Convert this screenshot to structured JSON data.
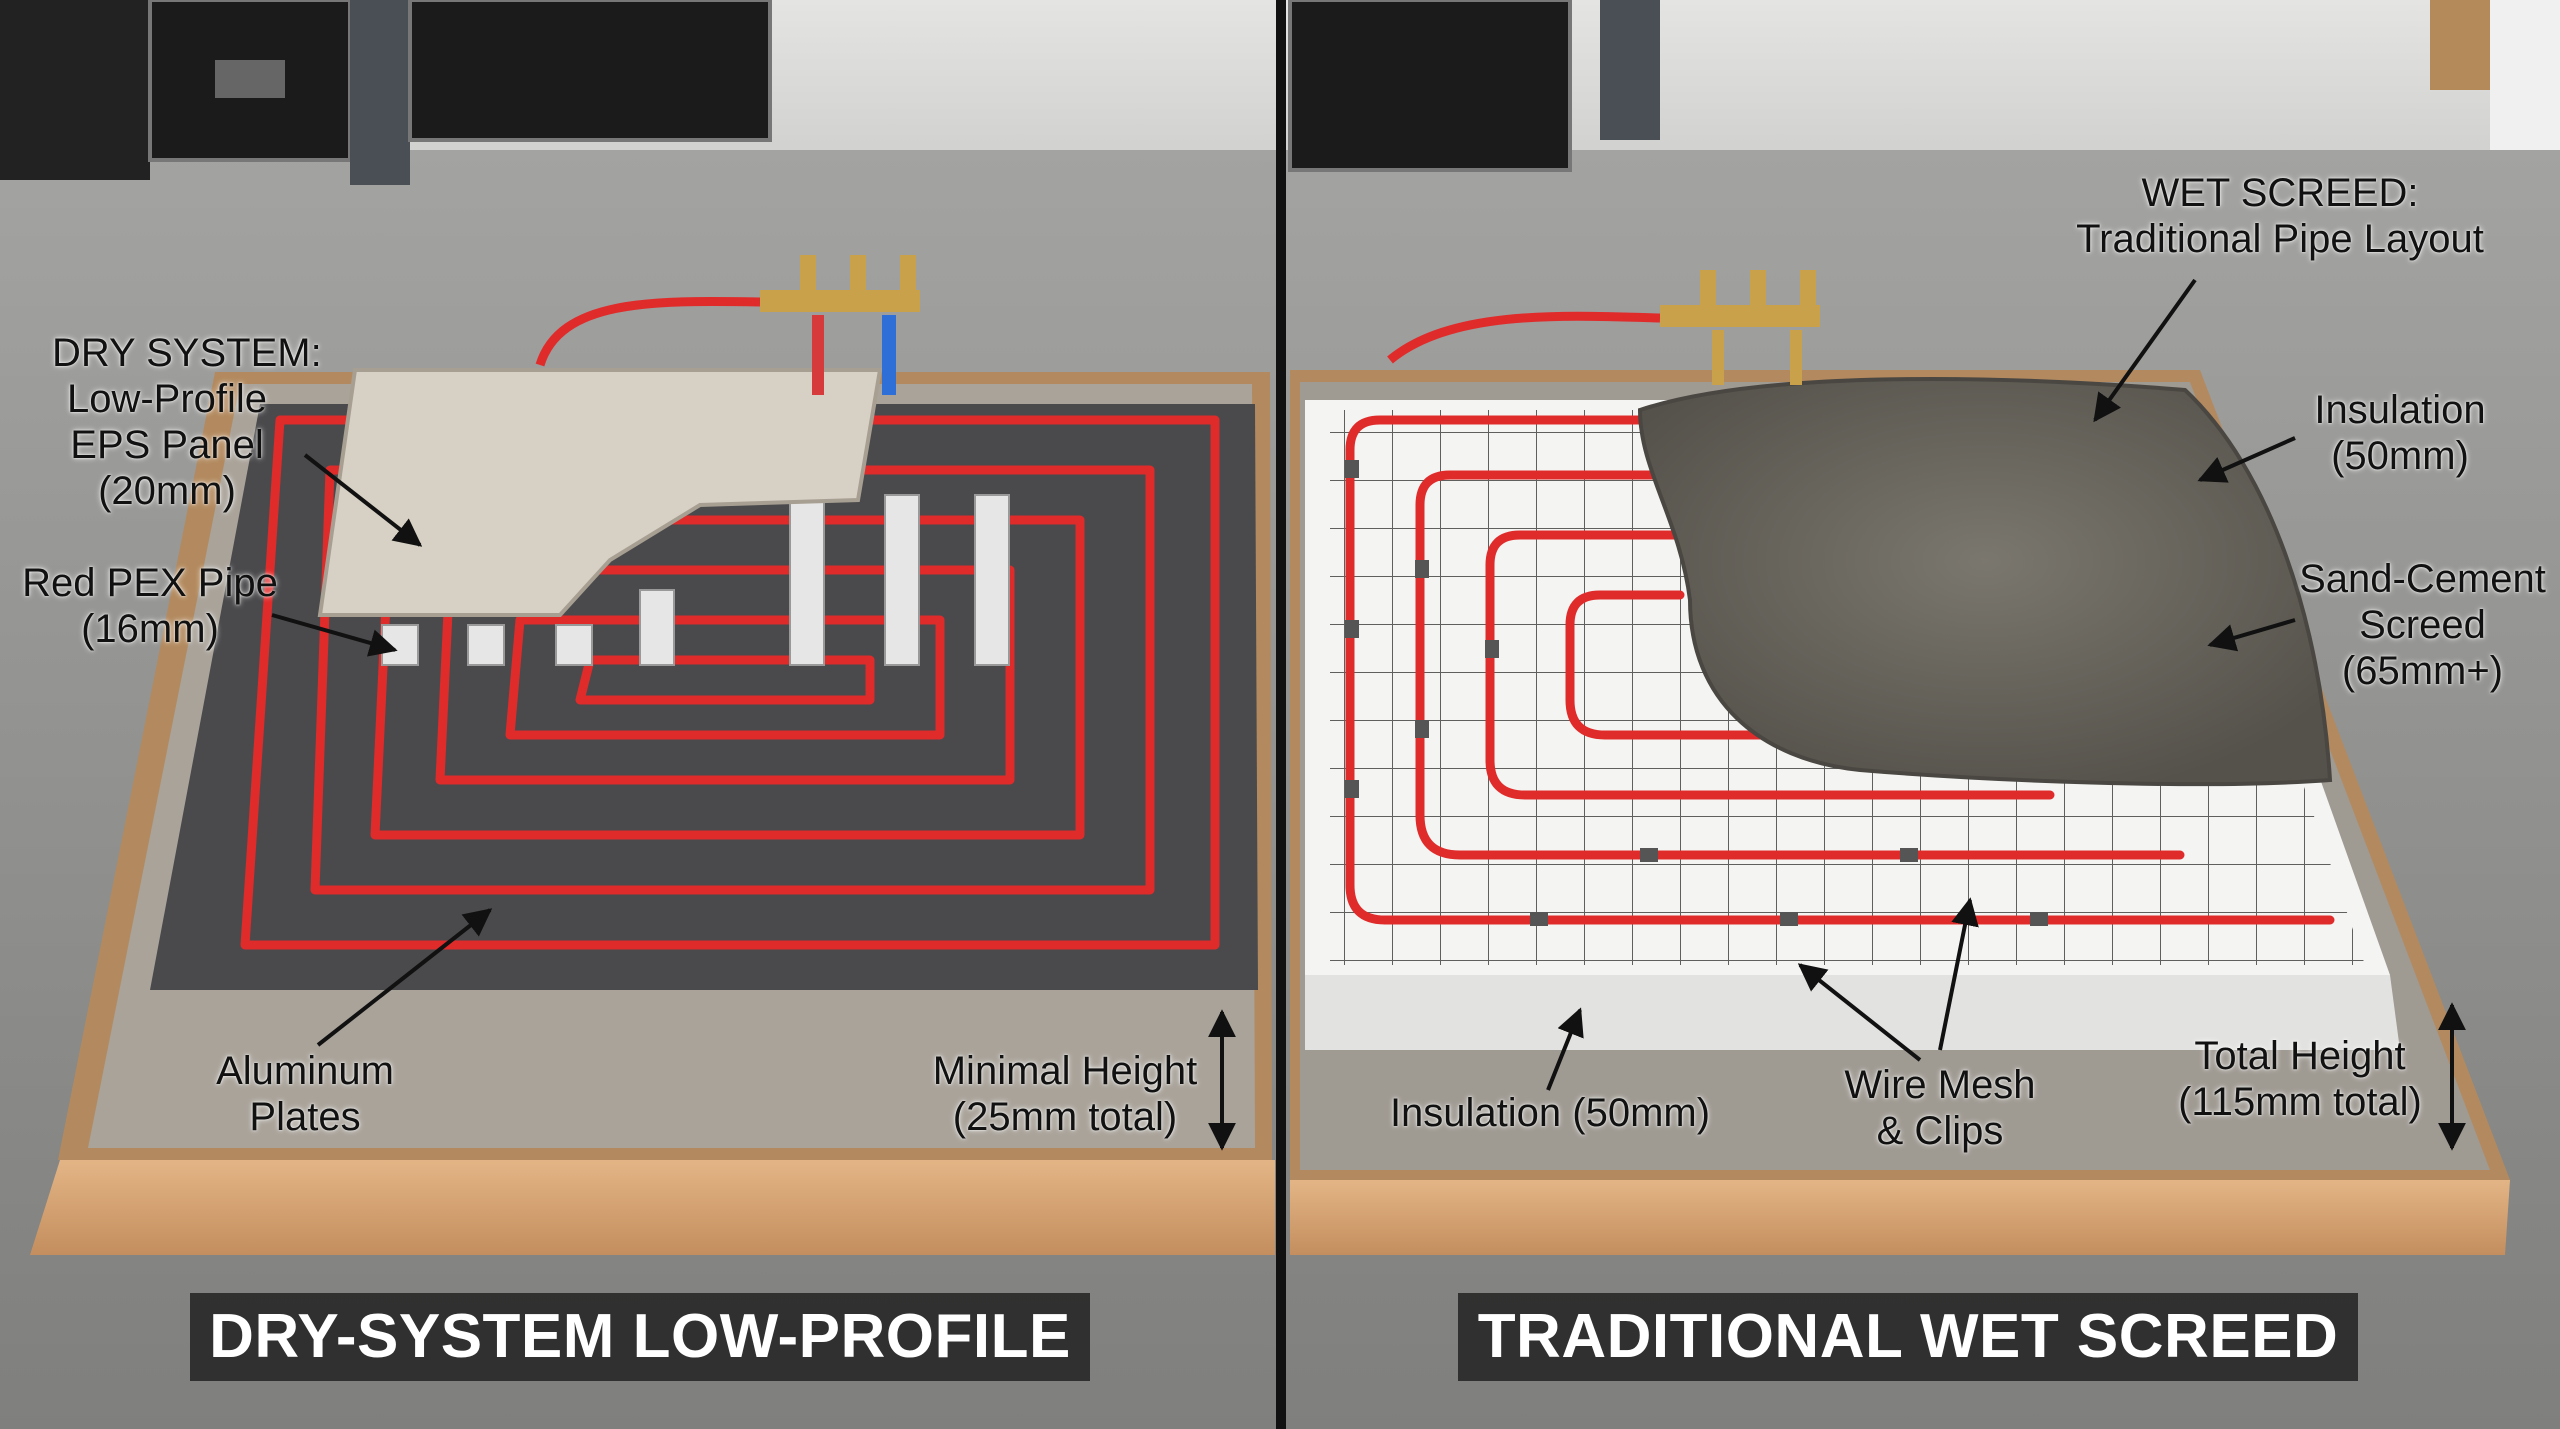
{
  "left": {
    "labels": {
      "dry_system": [
        "DRY SYSTEM:",
        "Low-Profile",
        "EPS Panel",
        "(20mm)"
      ],
      "pex_pipe": [
        "Red PEX Pipe",
        "(16mm)"
      ],
      "aluminum": [
        "Aluminum",
        "Plates"
      ],
      "min_height": [
        "Minimal Height",
        "(25mm total)"
      ]
    },
    "banner": "DRY-SYSTEM LOW-PROFILE"
  },
  "right": {
    "labels": {
      "wet_screed": [
        "WET SCREED:",
        "Traditional Pipe Layout"
      ],
      "insulation_top": [
        "Insulation",
        "(50mm)"
      ],
      "sand_cement": [
        "Sand-Cement",
        "Screed",
        "(65mm+)"
      ],
      "total_height": [
        "Total Height",
        "(115mm total)"
      ],
      "wire_mesh": [
        "Wire Mesh",
        "& Clips"
      ],
      "insulation_bottom": [
        "Insulation (50mm)"
      ]
    },
    "banner": "TRADITIONAL WET SCREED"
  },
  "colors": {
    "pipe_red": "#e02b2b",
    "eps_panel": "#4a4a4c",
    "wood_frame": "#d8a878",
    "concrete_floor": "#8f8f8d",
    "screed": "#6d6a62",
    "insulation_white": "#f4f4f2"
  }
}
